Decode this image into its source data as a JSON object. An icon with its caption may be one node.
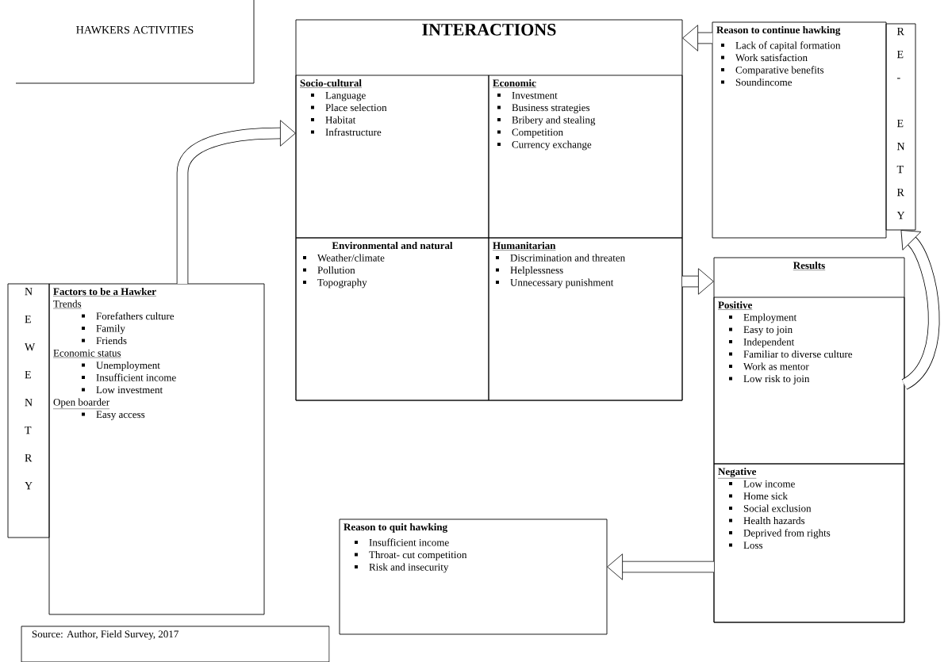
{
  "diagram": {
    "nodes": [
      {
        "text": [
          "HAWKERS ACTIVITIES"
        ]
      },
      {
        "text": [
          "INTERACTIONS"
        ]
      },
      {
        "text": [
          "Socio-cultural",
          "Language",
          "Place selection",
          "Habitat",
          "Infrastructure"
        ],
        "in": 1
      },
      {
        "text": [
          "Economic",
          "Investment",
          "Business strategies",
          "Bribery and stealing",
          "Competition",
          "Currency exchange"
        ],
        "in": 1
      },
      {
        "text": [
          "Environmental and natural",
          "Weather/climate",
          "Pollution",
          "Topography"
        ],
        "in": 1
      },
      {
        "text": [
          "Humanitarian",
          "Discrimination and threaten",
          "Helplessness",
          "Unnecessary punishment"
        ],
        "in": 1
      },
      {
        "text": [
          "Reason to continue hawking",
          "Lack of capital formation",
          "Work satisfaction",
          "Comparative benefits",
          "Soundincome"
        ]
      },
      {
        "text": [
          "R E - E N T R Y"
        ]
      },
      {
        "text": [
          "Results"
        ]
      },
      {
        "text": [
          "Positive",
          "Employment",
          "Easy to join",
          "Independent",
          "Familiar to diverse culture",
          "Work as mentor",
          "Low risk to join"
        ],
        "in": 8
      },
      {
        "text": [
          "Negative",
          "Low income",
          "Home sick",
          "Social exclusion",
          "Health hazards",
          "Deprived from rights",
          "Loss"
        ],
        "in": 8
      },
      {
        "text": [
          "Reason to quit hawking",
          "Insufficient income",
          "Throat- cut competition",
          "Risk and insecurity"
        ]
      },
      {
        "text": [
          "Factors to be a Hawker",
          "Trends",
          "Forefathers culture",
          "Family",
          "Friends",
          "Economic status",
          "Unemployment",
          "Insufficient income",
          "Low investment",
          "Open boarder",
          "Easy access"
        ]
      },
      {
        "text": [
          "N E W E N T R Y"
        ]
      },
      {
        "text": [
          "Source: Author, Field Survey, 2017"
        ]
      }
    ],
    "edges": [
      {
        "from": 12,
        "to": 1,
        "arrow": "to"
      },
      {
        "from": 6,
        "to": 1,
        "arrow": "to"
      },
      {
        "from": 5,
        "to": 8,
        "arrow": "to"
      },
      {
        "from": 8,
        "to": 7,
        "arrow": "to"
      },
      {
        "from": 8,
        "to": 11,
        "arrow": "to"
      }
    ]
  }
}
